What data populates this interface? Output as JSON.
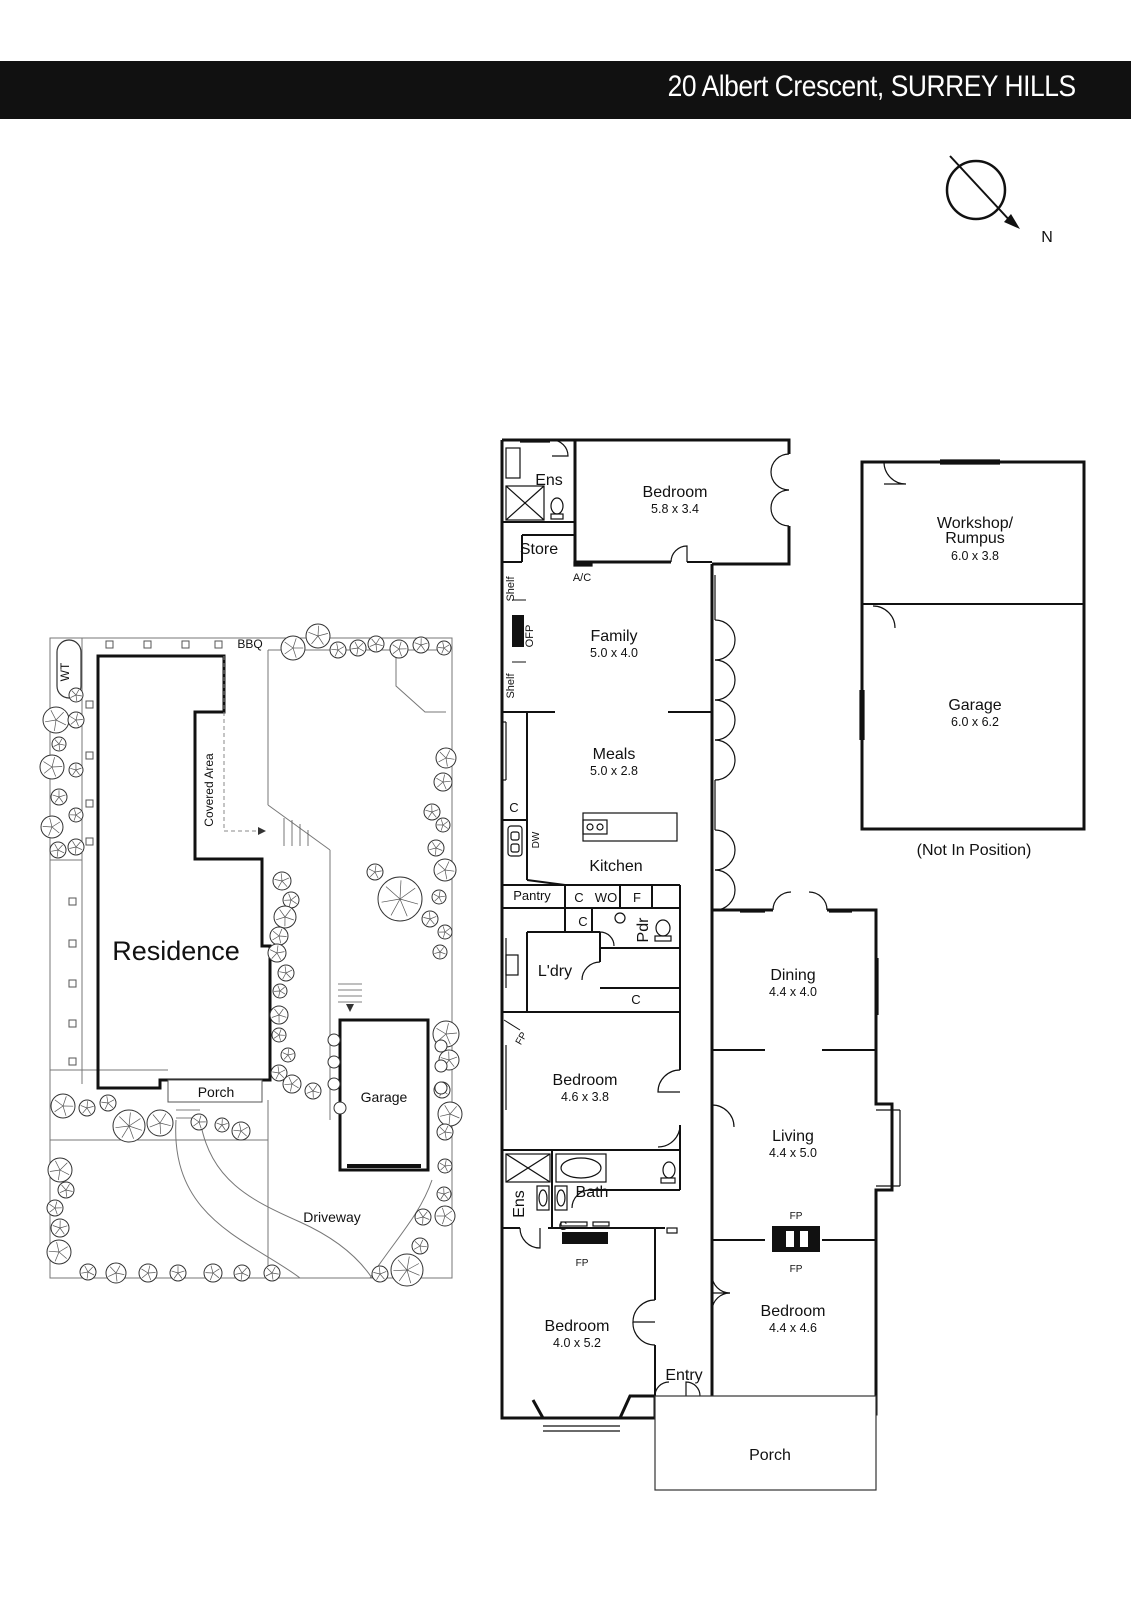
{
  "header": {
    "title": "20 Albert Crescent, SURREY HILLS"
  },
  "compass": {
    "label": "N"
  },
  "site_plan": {
    "residence": "Residence",
    "covered_area": "Covered Area",
    "bbq": "BBQ",
    "wt": "WT",
    "porch": "Porch",
    "garage": "Garage",
    "driveway": "Driveway"
  },
  "rooms": {
    "bedroom_rear": {
      "name": "Bedroom",
      "dims": "5.8 x 3.4"
    },
    "ens_rear": {
      "name": "Ens"
    },
    "store": {
      "name": "Store"
    },
    "ac": {
      "name": "A/C"
    },
    "family": {
      "name": "Family",
      "dims": "5.0 x 4.0"
    },
    "meals": {
      "name": "Meals",
      "dims": "5.0 x 2.8"
    },
    "kitchen": {
      "name": "Kitchen"
    },
    "pantry": {
      "name": "Pantry"
    },
    "laundry": {
      "name": "L'dry"
    },
    "pdr": {
      "name": "Pdr"
    },
    "bedroom_mid": {
      "name": "Bedroom",
      "dims": "4.6 x 3.8"
    },
    "bath": {
      "name": "Bath"
    },
    "ens_front": {
      "name": "Ens"
    },
    "bedroom_front": {
      "name": "Bedroom",
      "dims": "4.0 x 5.2"
    },
    "entry": {
      "name": "Entry"
    },
    "porch": {
      "name": "Porch"
    },
    "dining": {
      "name": "Dining",
      "dims": "4.4 x 4.0"
    },
    "living": {
      "name": "Living",
      "dims": "4.4 x 5.0"
    },
    "bedroom_side": {
      "name": "Bedroom",
      "dims": "4.4 x 4.6"
    },
    "workshop": {
      "name1": "Workshop/",
      "name2": "Rumpus",
      "dims": "6.0 x 3.8"
    },
    "garage": {
      "name": "Garage",
      "dims": "6.0 x 6.2"
    },
    "not_in_position": "(Not In Position)"
  },
  "fixtures": {
    "shelf": "Shelf",
    "ofp": "OFP",
    "c": "C",
    "dw": "DW",
    "wo": "WO",
    "f": "F",
    "fp": "FP"
  }
}
